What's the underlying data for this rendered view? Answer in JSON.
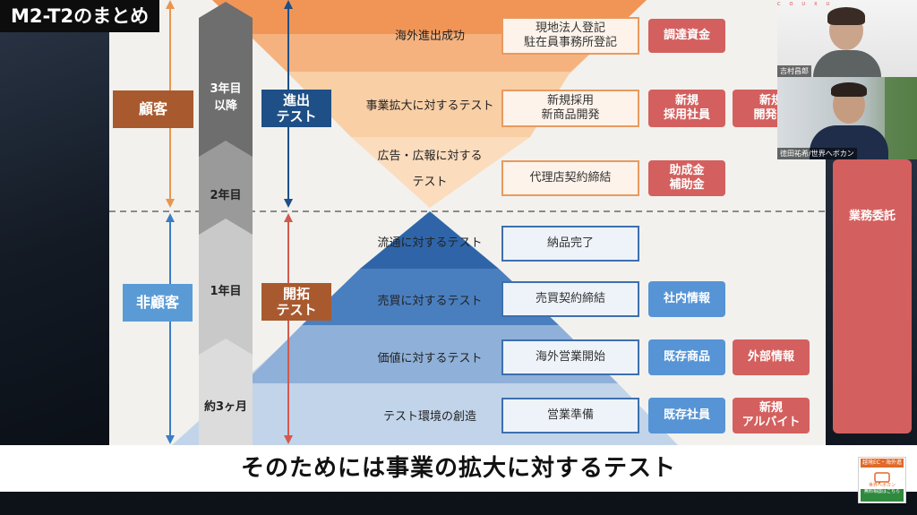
{
  "section_title": "M2-T2のまとめ",
  "subtitle": "そのためには事業の拡大に対するテスト",
  "labels": {
    "customer": "顧客",
    "non_customer": "非顧客",
    "expansion_test": "進出\nテスト",
    "pioneering_test": "開拓\nテスト",
    "outsourcing": "業務委託"
  },
  "timeline": {
    "after3": "3年目\n以降",
    "year2": "2年目",
    "year1": "1年目",
    "month3": "約3ヶ月"
  },
  "stages": [
    {
      "name": "海外進出成功",
      "milestone": "現地法人登記\n駐在員事務所登記",
      "resources": [
        "調達資金"
      ]
    },
    {
      "name": "事業拡大に対するテスト",
      "milestone": "新規採用\n新商品開発",
      "resources": [
        "新規\n採用社員",
        "新規\n開発商"
      ]
    },
    {
      "name": "広告・広報に対する\n\nテスト",
      "milestone": "代理店契約締結",
      "resources": [
        "助成金\n補助金"
      ]
    },
    {
      "name": "流通に対するテスト",
      "milestone": "納品完了",
      "resources": []
    },
    {
      "name": "売買に対するテスト",
      "milestone": "売買契約締結",
      "resources": [
        "社内情報"
      ]
    },
    {
      "name": "価値に対するテスト",
      "milestone": "海外営業開始",
      "resources": [
        "既存商品",
        "外部情報"
      ]
    },
    {
      "name": "テスト環境の創造",
      "milestone": "営業準備",
      "resources": [
        "既存社員",
        "新規\nアルバイト"
      ]
    }
  ],
  "webcams": [
    {
      "name": "吉村昌郎"
    },
    {
      "name": "徳田祐希/世界へボカン"
    }
  ],
  "webcam_banner": "COUXU",
  "logo": {
    "top": "越境EC・海外進出",
    "mid": "世界へボカン",
    "bottom": "無料相談はこちら"
  },
  "colors": {
    "orange": "#f0a46a",
    "navy_pyramid": "#2f65a8",
    "brown": "#a85a2e",
    "red": "#d3605e",
    "blue": "#5694d6"
  }
}
